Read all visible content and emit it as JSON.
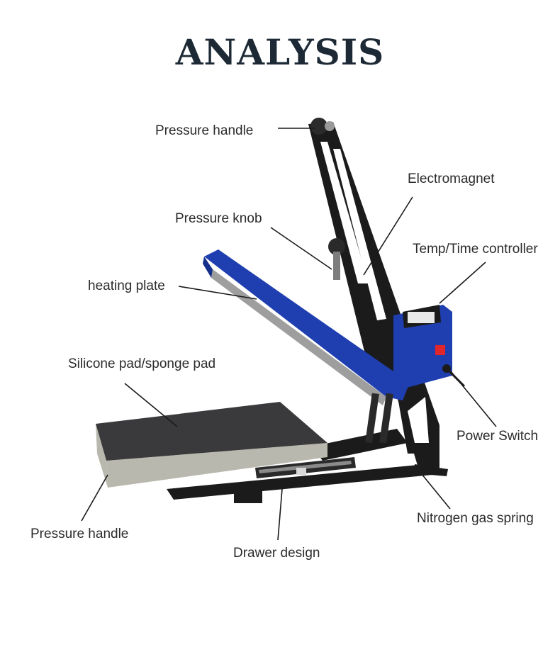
{
  "title": "ANALYSIS",
  "labels": {
    "pressure_handle_top": "Pressure handle",
    "electromagnet": "Electromagnet",
    "pressure_knob": "Pressure knob",
    "temp_time_controller": "Temp/Time controller",
    "heating_plate": "heating plate",
    "silicone_pad": "Silicone pad/sponge pad",
    "power_switch": "Power Switch",
    "nitrogen_gas_spring": "Nitrogen gas spring",
    "pressure_handle_bottom": "Pressure handle",
    "drawer_design": "Drawer design"
  },
  "colors": {
    "frame": "#1b1b1b",
    "plate_blue": "#1f3fb0",
    "pad": "#3a3a3c",
    "foam": "#b9b8ae",
    "callout_line": "#1a1a1a",
    "switch_red": "#e0262b"
  }
}
